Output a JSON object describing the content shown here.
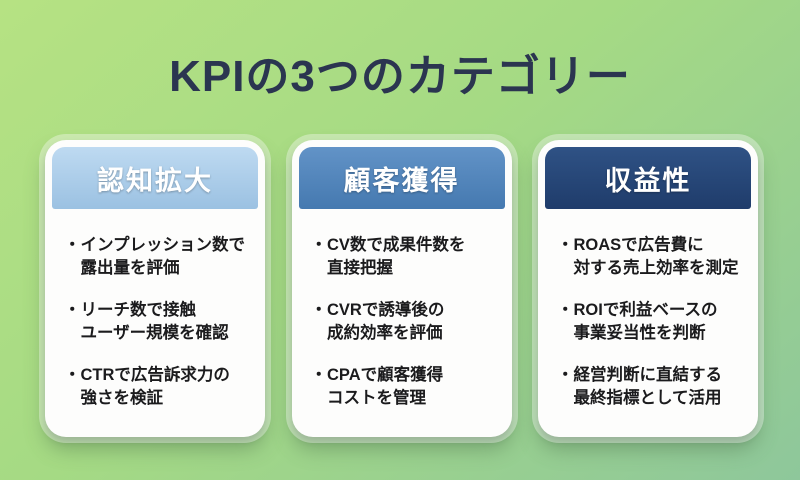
{
  "title": "KPIの3つのカテゴリー",
  "title_color": "#2b3550",
  "bullet": "・",
  "background": {
    "gradient_start": "#b6e283",
    "gradient_mid": "#a5da84",
    "gradient_end": "#8ec79b"
  },
  "cards": [
    {
      "header": "認知拡大",
      "header_colors": [
        "#bedaf1",
        "#9bc1e2"
      ],
      "items": [
        {
          "text": "インプレッション数で\n露出量を評価"
        },
        {
          "text": "リーチ数で接触\nユーザー規模を確認"
        },
        {
          "text": "CTRで広告訴求力の\n強さを検証"
        }
      ]
    },
    {
      "header": "顧客獲得",
      "header_colors": [
        "#6293c7",
        "#4579b0"
      ],
      "items": [
        {
          "text": "CV数で成果件数を\n直接把握"
        },
        {
          "text": "CVRで誘導後の\n成約効率を評価"
        },
        {
          "text": "CPAで顧客獲得\nコストを管理"
        }
      ]
    },
    {
      "header": "収益性",
      "header_colors": [
        "#2f5285",
        "#1f3c6b"
      ],
      "items": [
        {
          "text": "ROASで広告費に\n対する売上効率を測定"
        },
        {
          "text": "ROIで利益ベースの\n事業妥当性を判断"
        },
        {
          "text": "経営判断に直結する\n最終指標として活用"
        }
      ]
    }
  ]
}
